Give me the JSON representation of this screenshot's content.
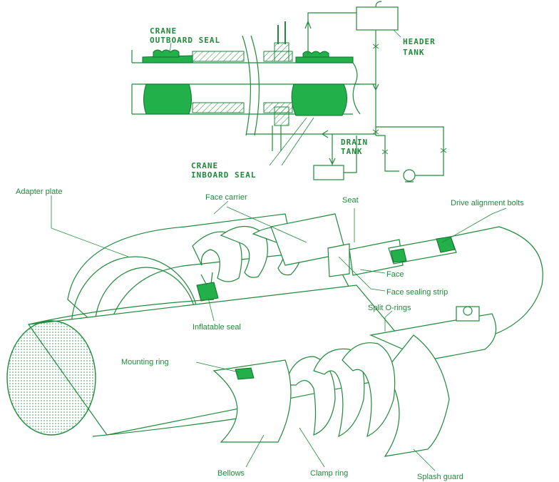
{
  "schematic": {
    "outboard_seal": [
      "CRANE",
      "OUTBOARD SEAL"
    ],
    "inboard_seal": [
      "CRANE",
      "INBOARD SEAL"
    ],
    "header_tank": [
      "HEADER",
      "TANK"
    ],
    "drain_tank": [
      "DRAIN",
      "TANK"
    ]
  },
  "assembly": {
    "adapter_plate": "Adapter plate",
    "face_carrier": "Face carrier",
    "seat": "Seat",
    "drive_alignment_bolts": "Drive alignment bolts",
    "face": "Face",
    "face_sealing_strip": "Face sealing strip",
    "split_o_rings": "Split O-rings",
    "inflatable_seal": "Inflatable seal",
    "mounting_ring": "Mounting ring",
    "bellows": "Bellows",
    "clamp_ring": "Clamp ring",
    "splash_guard": "Splash guard"
  },
  "colors": {
    "line": "#1e8a3a",
    "seal_fill": "#22b04a"
  }
}
